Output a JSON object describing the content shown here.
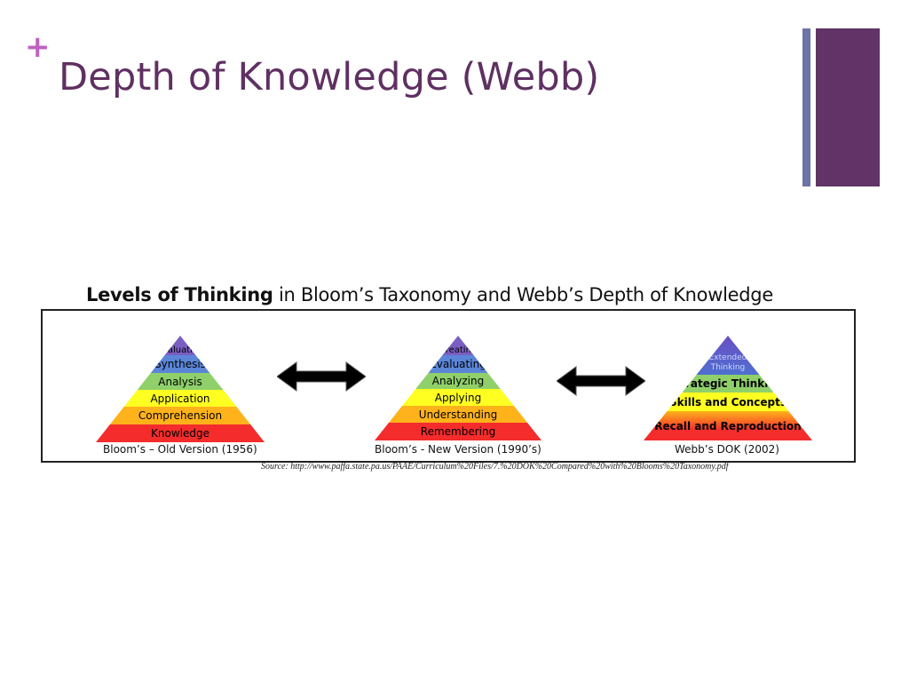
{
  "slide": {
    "bullet": "+",
    "title": "Depth of Knowledge (Webb)"
  },
  "figure": {
    "title_bold": "Levels of Thinking",
    "title_rest": " in Bloom’s Taxonomy and Webb’s Depth of Knowledge",
    "source": "Source: http://www.paffa.state.pa.us/PAAE/Curriculum%20Files/7.%20DOK%20Compared%20with%20Blooms%20Taxonomy.pdf",
    "pyramids": [
      {
        "caption": "Bloom’s – Old Version (1956)",
        "levels": [
          "Evaluation",
          "Synthesis",
          "Analysis",
          "Application",
          "Comprehension",
          "Knowledge"
        ]
      },
      {
        "caption": "Bloom’s - New Version (1990’s)",
        "levels": [
          "Creating",
          "Evaluating",
          "Analyzing",
          "Applying",
          "Understanding",
          "Remembering"
        ]
      },
      {
        "caption": "Webb’s DOK (2002)",
        "levels": [
          "Extended Thinking",
          "Strategic Thinking",
          "Skills and Concepts",
          "Recall and Reproduction"
        ]
      }
    ],
    "colors": {
      "purple": "#7b5ec2",
      "blue": "#5b86d8",
      "green": "#8fd06a",
      "yellow": "#ffff22",
      "orange": "#ffb21a",
      "red": "#f42c2c"
    }
  }
}
